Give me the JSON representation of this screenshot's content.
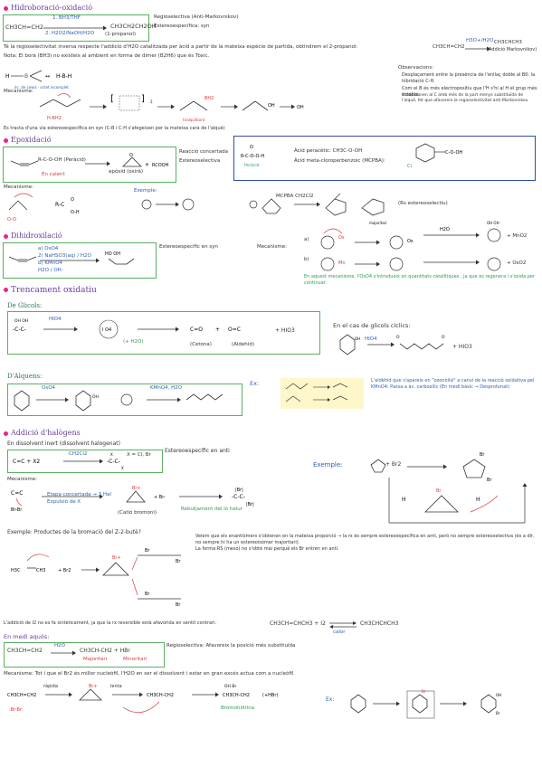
{
  "sections": {
    "hydroboration": {
      "title": "Hidroboració-oxidació",
      "reagent_top": "1. BH3/THF",
      "reagent_bottom": "2. H2O2/NaOH/H2O",
      "reactant": "CH3CH=CH2",
      "product": "CH3CH2CH2OH",
      "product_name": "(1-propanol)",
      "regio": "Regioselectiva (Anti-Markovnikov)",
      "stereo": "Estereoespecífica: syn",
      "note1": "Té la regioselectivitat inversa respecte l'addició d'H2O catalitzada per àcid a partir de la mateixa espècie de partida, obtindrem el 2-propanol:",
      "note1_eq_left": "CH3CH=CH2",
      "note1_eq_reagent": "H3O+/H2O",
      "note1_product": "CH3CHCH3",
      "note1_product_name": "(Addició Markovnikov)",
      "note2": "Nota: El borà (BH3) no existeix al ambient en forma de dímer (B2H6) que és Tòxic.",
      "mechanism_label": "Mecanisme:",
      "observations_title": "Observacions:",
      "obs1": "Desplaçament entre la presència de l'enllaç doble al B0: la hibridació C-H.",
      "obs2": "Com el B és més electropositiu que l'H s'hi al H el grup més estable.",
      "obs3": "S'addicionen al C amb més de la part menys substituïda de l'alquè, fet que afavoreix la regioselectivitat anti-Markovnikov.",
      "footer": "Es tracta d'una via estereoespecífica en syn (C-B i C-H s'afegeixen per la mateixa cara de l'alquè)"
    },
    "epoxidation": {
      "title": "Epoxidació",
      "reagent": "R-C-O-OH (Peràcid)",
      "condition": "En calent",
      "product": "epòxid (oxirà)",
      "prop1": "Reacció concertada",
      "prop2": "Estereoselectiva",
      "peracid1": "Àcid peracètic: CH3C-O-OH",
      "peracid2": "Àcid meta-cloroperbenzoic (MCPBA):",
      "mechanism_label": "Mecanisme:",
      "example_label": "Exemple:",
      "example_reagent": "MCPBA CH2Cl2",
      "example_note": "(Rs estereoselectiu)"
    },
    "dihydroxylation": {
      "title": "Dihidroxilació",
      "reagents_a": "a) OsO4",
      "reagents_a2": "2) NaHSO3(aq) / H2O",
      "reagents_b": "b) KMnO4",
      "reagents_b2": "H2O / OH-",
      "stereo": "Estereoespecífic en syn",
      "mechanism_label": "Mecanisme:",
      "mech_a": "a)",
      "mech_b": "b)",
      "mech_product": "+ MnO2",
      "mech_product2": "+ OsO2",
      "footnote": "En aquest mecanisme, l'OsO4 s'introdueix en quantitats catalítiques , ja que es regenera i s'oxida per continuar."
    },
    "oxidative_cleavage": {
      "title": "Trencament oxidatiu",
      "glycols_label": "De Glicols:",
      "periodate": "HIO4",
      "water": "(+ H2O)",
      "ketone": "(Cetona)",
      "aldehyde": "(Aldehid)",
      "byproduct": "+ HIO3",
      "cyclic_note": "En el cas de glicols cíclics:",
      "cyclic_reagent": "HIO4",
      "cyclic_byproduct": "+ HIO3",
      "alkenes_label": "D'Alquens:",
      "alk_reagent1": "OsO4",
      "alk_reagent2": "KMnO4, H2O",
      "ex_label": "Ex:",
      "ex_note": "L'aldehid que s'apareix en \"ozonòlisi\" a canvi de la reacció oxidativa pel KMnO4: Passa a àc. carboxílic (En medi bàsic → Desprotonat)"
    },
    "halogen_addition": {
      "title": "Addició d'halògens",
      "sub1": "En dissolvent inert (dissolvent halogenat)",
      "reagent": "CH2Cl2",
      "x_label": "X = Cl, Br",
      "stereo": "Estereoespecífic en anti",
      "example_label": "Exemple:",
      "example_reagent": "+ Br2",
      "mechanism_label": "Mecanisme:",
      "mech_note1": "Etapa concertada → 3 Hal",
      "mech_note2": "Expulsió de X",
      "mech_product_name": "(Catió bromoni)",
      "mech_note3": "Rebutjament del ió halur",
      "question": "Exemple: Productes de la bromació del Z-2-butè?",
      "q_note1": "Veiem que els enantiòmers s'obtenen en la mateixa proporció → la rx és sempre estereoespecífica en anti, però no sempre estereoselectiva (és a dir, no sempre hi ha un estereoisòmer majoritari).",
      "q_note2": "La forma RS (meso) no s'obté mai perquè els Br entren en anti.",
      "additional": "L'addició de I2 no es fa sintèticament, ja que la rx reversible està afavorida en sentit contrari:",
      "add_eq": "CH3CH=CHCH3 + I2",
      "add_condition": "calor",
      "add_product": "CH3CHCHCH3"
    },
    "aqueous": {
      "title": "En medi aquós:",
      "reactant": "CH3CH=CH2",
      "reagent": "H2O",
      "product1": "CH3CH-CH2 + HBr",
      "major": "Majoritari",
      "minor": "Minoritari",
      "regio": "Regioselectiva: Afavoreix la posició més substituïda",
      "mechanism": "Mecanisme: Tot i que el Br2 és millor nucleòfil, l'H2O en ser el dissolvent i estar en gran excés actua com a nucleòfil",
      "step1": "ràpida",
      "step2": "lenta",
      "bromohydrin": "Bromohidrina",
      "ex_label": "Ex:"
    }
  }
}
